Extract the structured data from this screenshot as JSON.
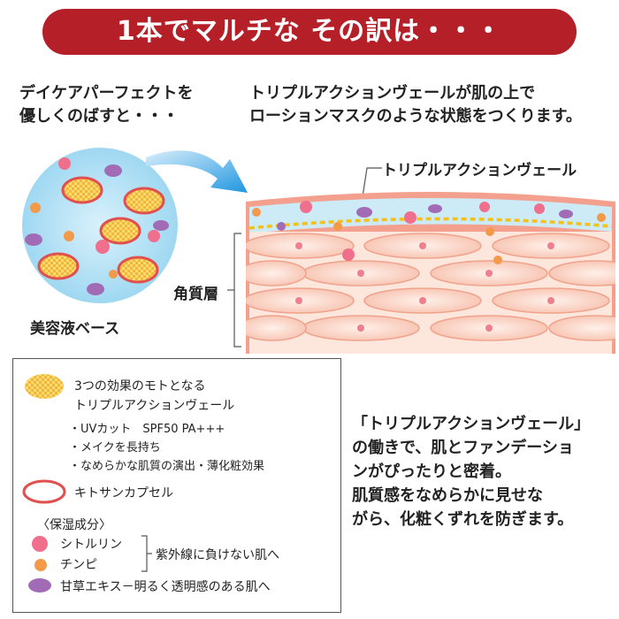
{
  "banner": "1本でマルチな その訳は・・・",
  "caption_left": [
    "デイケアパーフェクトを",
    "優しくのばすと・・・"
  ],
  "caption_right": [
    "トリプルアクションヴェールが肌の上で",
    "ローションマスクのような状態をつくります。"
  ],
  "label_veil": "トリプルアクションヴェール",
  "label_stratum": "角質層",
  "label_base": "美容液ベース",
  "legend": {
    "veil_title": [
      "3つの効果のモトとなる",
      "トリプルアクションヴェール"
    ],
    "veil_bullets": [
      "・UVカット　SPF50 PA+++",
      "・メイクを長持ち",
      "・なめらかな肌質の演出・薄化粧効果"
    ],
    "capsule": "キトサンカプセル",
    "moisture_heading": "〈保湿成分〉",
    "citrulline": "シトルリン",
    "chinpi": "チンピ",
    "bracket_note": "紫外線に負けない肌へ",
    "licorice": "甘草エキス－明るく透明感のある肌へ"
  },
  "explanation": [
    "「トリプルアクションヴェール」",
    "の働きで、肌とファンデーショ",
    "ンがぴったりと密着。",
    "肌質感をなめらかに見せな",
    "がら、化粧くずれを防ぎます。"
  ],
  "colors": {
    "banner": "#b51f28",
    "skin_top": "#f4a08e",
    "cells": "#fbd8cc",
    "veil_line": "#f3c11c",
    "capsule_fill": "#f7cf54",
    "capsule_ring": "#e0504f",
    "pink_dot": "#ef6f8d",
    "orange_dot": "#f2994a",
    "purple_dot": "#a26bb5",
    "arrow": "#1fa0e6",
    "circle": "#9fd8f2"
  }
}
